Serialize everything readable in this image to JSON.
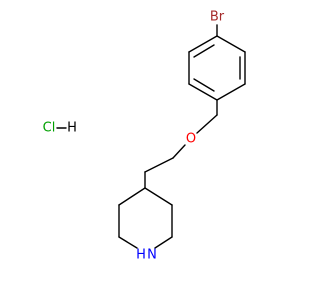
{
  "molecule": {
    "atoms": {
      "bromine": "Br",
      "oxygen": "O",
      "nitrogen_hydrogen": "H",
      "nitrogen": "N",
      "chlorine": "Cl",
      "salt_hydrogen": "H"
    },
    "colors": {
      "bond": "#000000",
      "bromine": "#a52a2a",
      "oxygen": "#ff0000",
      "nitrogen": "#0000ff",
      "chlorine": "#00a000",
      "hydrogen": "#000000"
    }
  }
}
